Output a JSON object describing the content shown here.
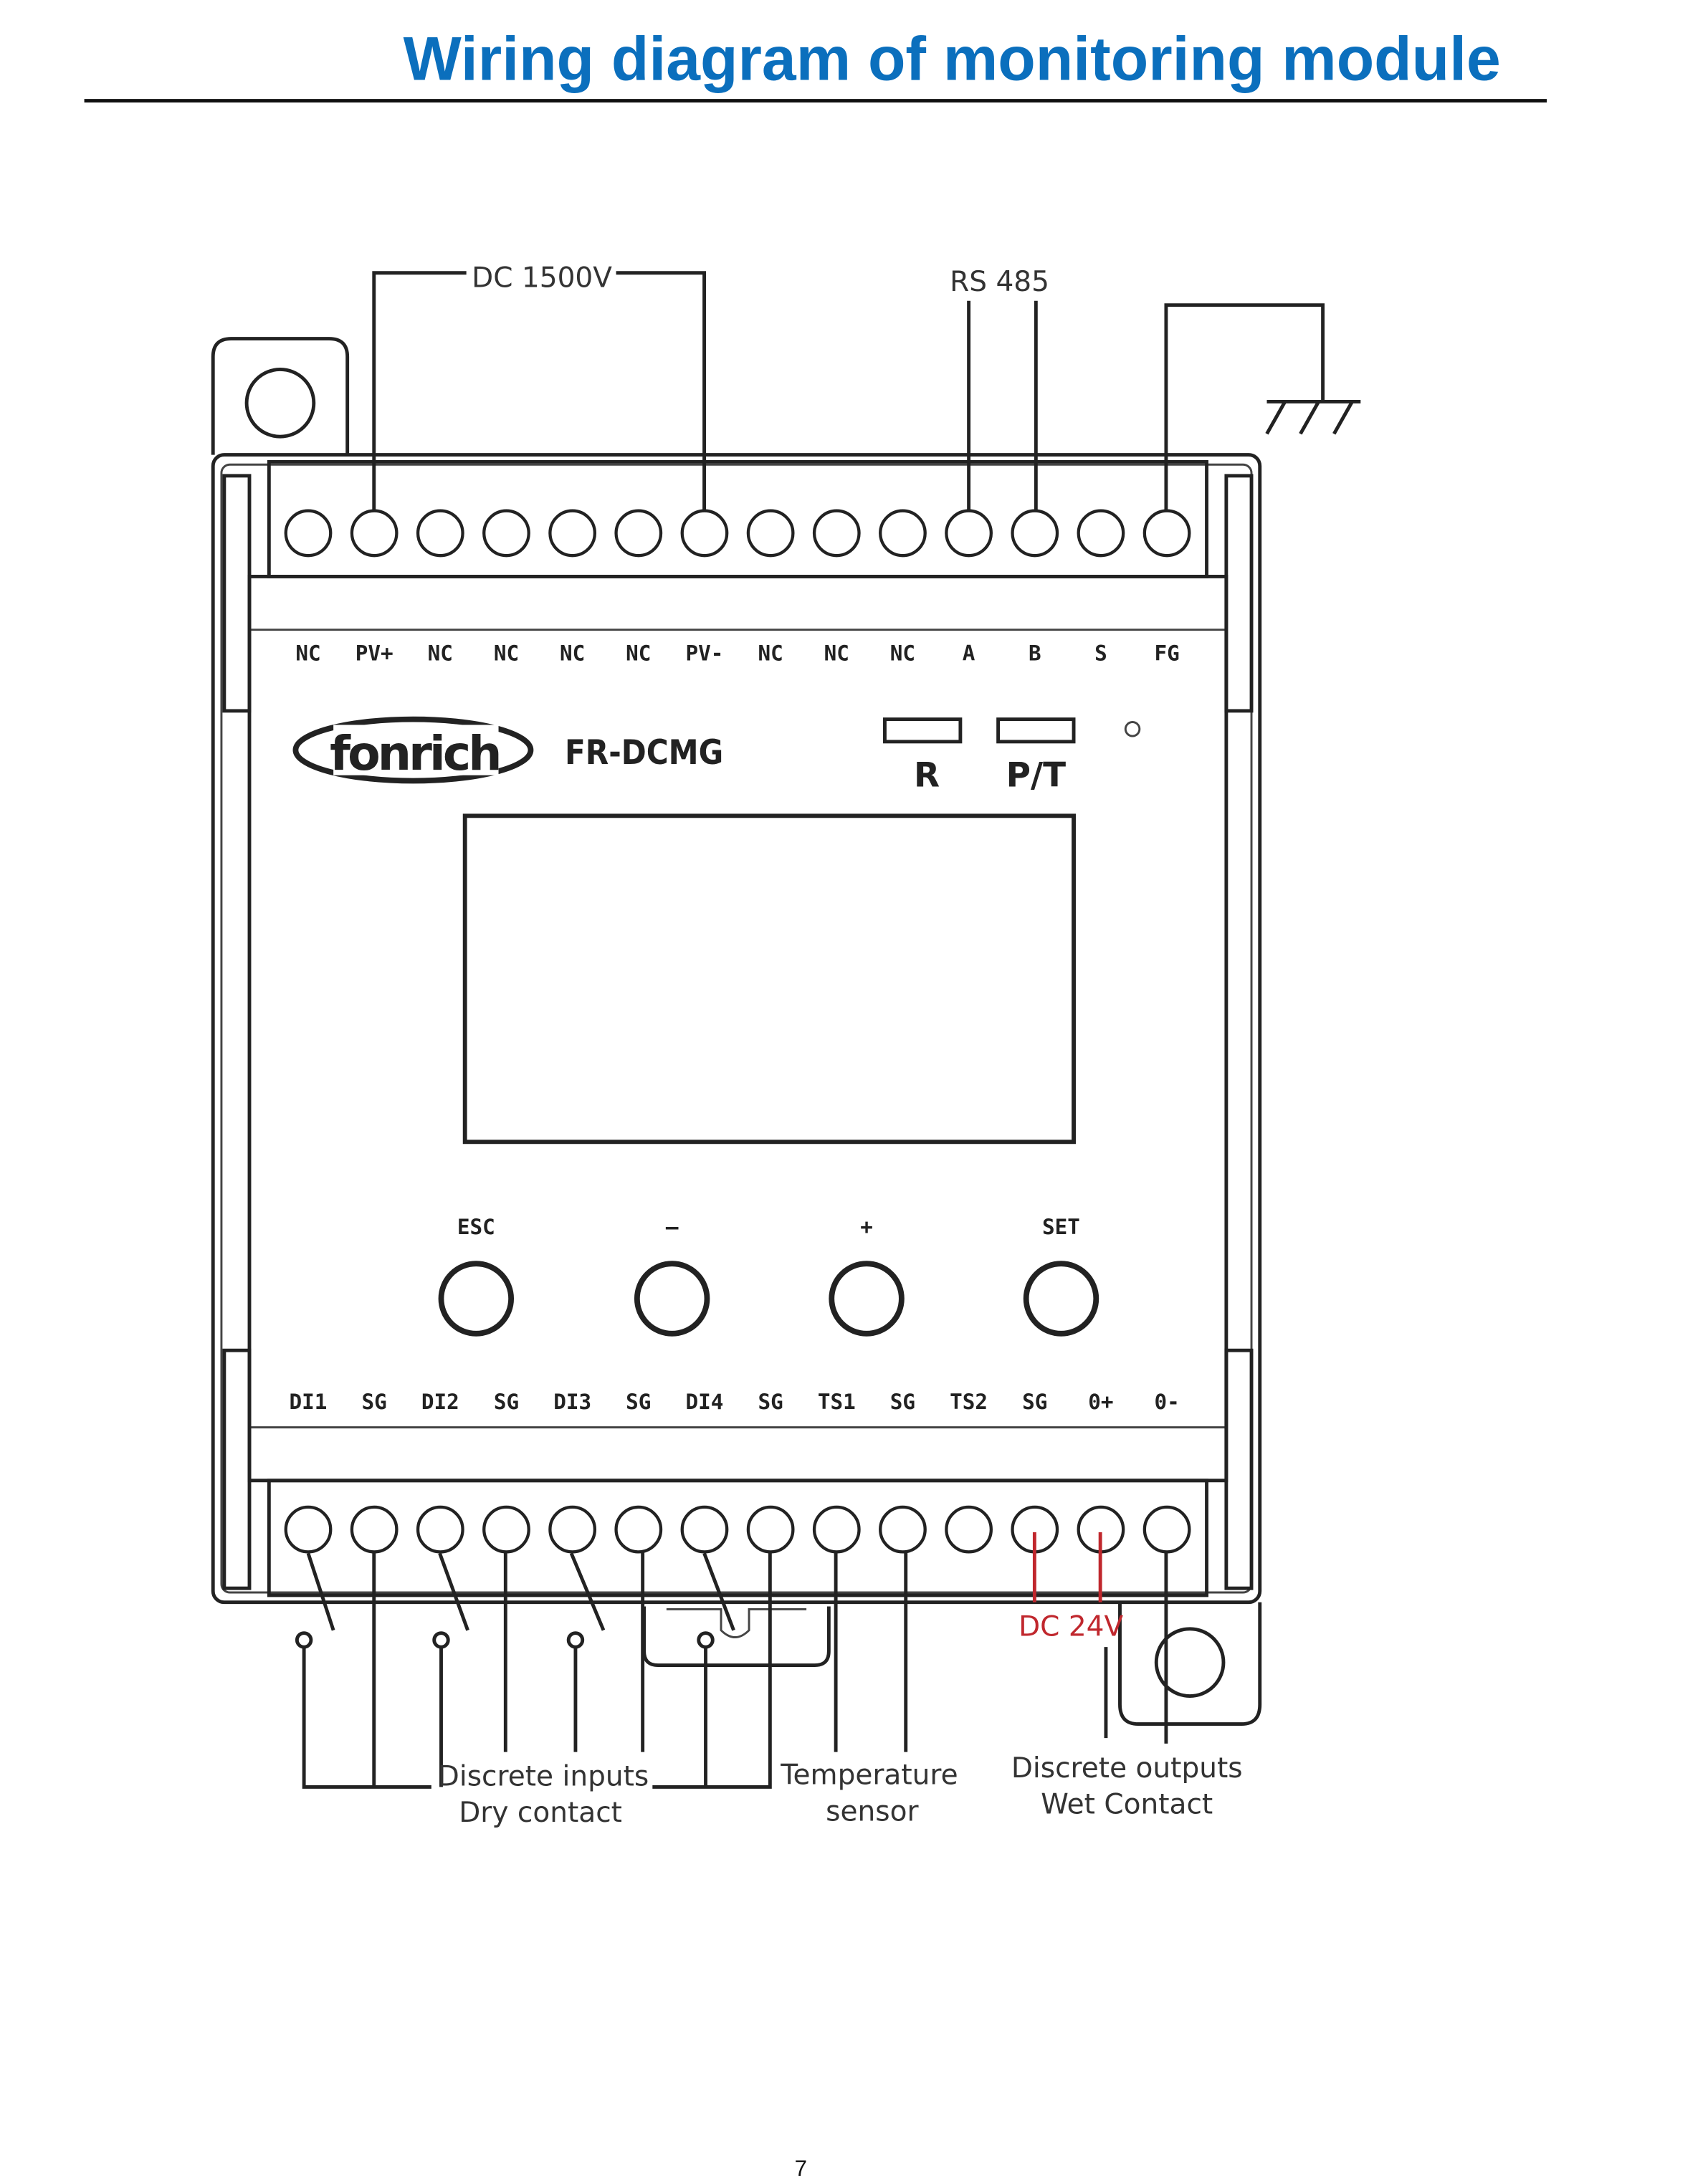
{
  "title": "Wiring diagram of monitoring module",
  "page_number": "7",
  "colors": {
    "title": "#0b6fbd",
    "dc24v": "#c0272d"
  },
  "device": {
    "brand": "fonrich",
    "model": "FR-DCMG",
    "indicators": [
      "R",
      "P/T"
    ],
    "buttons": [
      "ESC",
      "–",
      "+",
      "SET"
    ],
    "top_terminals": [
      "NC",
      "PV+",
      "NC",
      "NC",
      "NC",
      "NC",
      "PV-",
      "NC",
      "NC",
      "NC",
      "A",
      "B",
      "S",
      "FG"
    ],
    "bottom_terminals": [
      "DI1",
      "SG",
      "DI2",
      "SG",
      "DI3",
      "SG",
      "DI4",
      "SG",
      "TS1",
      "SG",
      "TS2",
      "SG",
      "0+",
      "0-"
    ]
  },
  "annotations": {
    "dc1500": "DC 1500V",
    "rs485": "RS 485",
    "dc24": "DC 24V",
    "discrete_inputs_1": "Discrete inputs",
    "discrete_inputs_2": "Dry contact",
    "temp_1": "Temperature",
    "temp_2": "sensor",
    "outputs_1": "Discrete outputs",
    "outputs_2": "Wet Contact"
  }
}
